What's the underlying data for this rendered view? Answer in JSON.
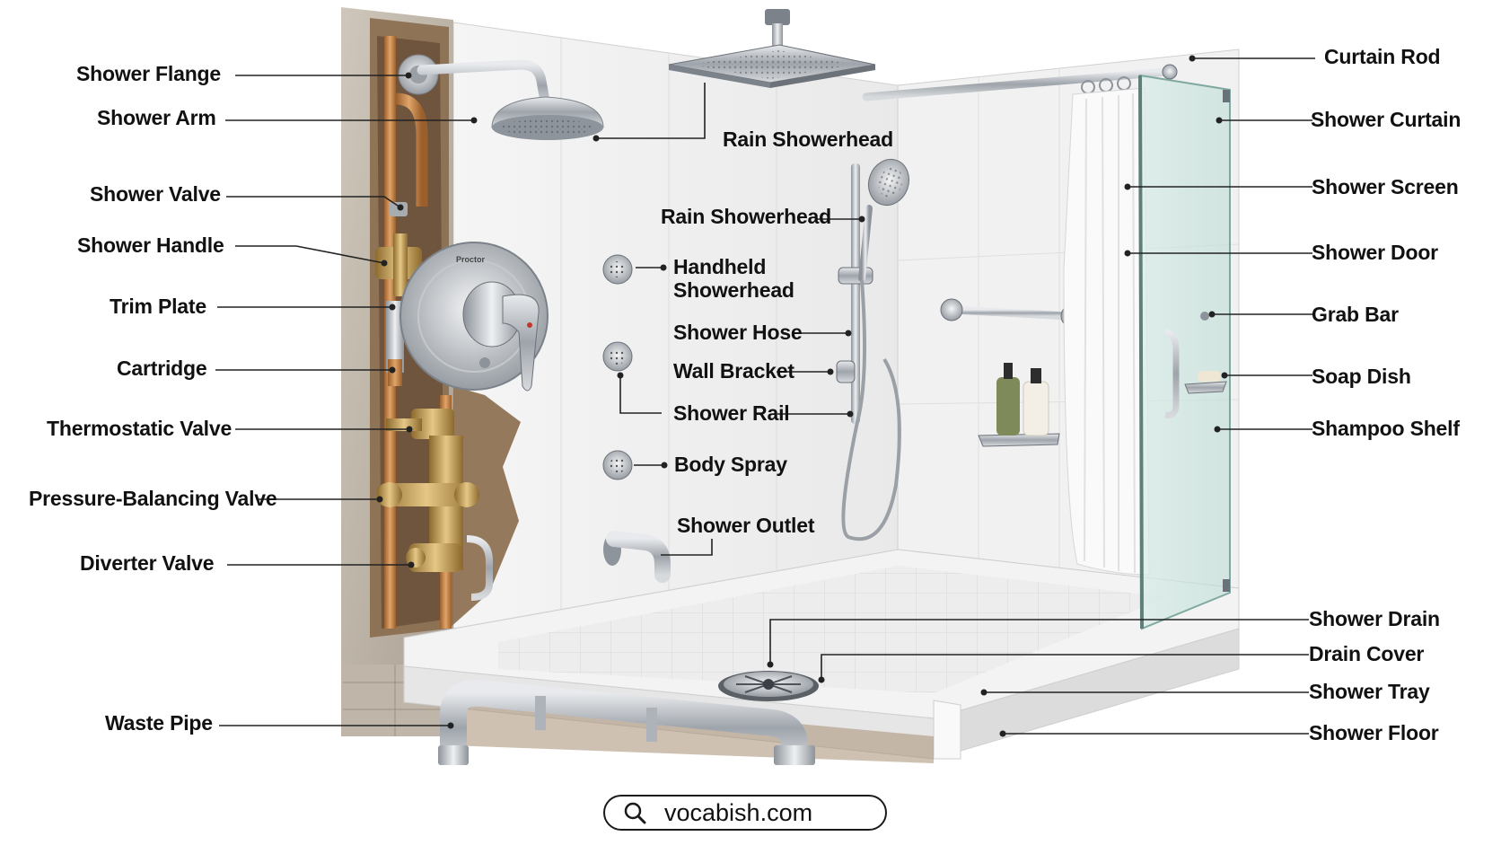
{
  "labels_left": {
    "shower_flange": "Shower Flange",
    "shower_arm": "Shower Arm",
    "shower_valve": "Shower Valve",
    "shower_handle": "Shower Handle",
    "trim_plate": "Trim Plate",
    "cartridge": "Cartridge",
    "thermostatic_valve": "Thermostatic Valve",
    "pressure_balancing_valve": "Pressure-Balancing Valve",
    "diverter_valve": "Diverter Valve",
    "waste_pipe": "Waste Pipe"
  },
  "labels_center": {
    "rain_showerhead_top": "Rain Showerhead",
    "rain_showerhead_mid": "Rain Showerhead",
    "handheld_showerhead_line1": "Handheld",
    "handheld_showerhead_line2": "Showerhead",
    "shower_hose": "Shower Hose",
    "wall_bracket": "Wall Bracket",
    "shower_rail": "Shower Rail",
    "body_spray": "Body Spray",
    "shower_outlet": "Shower Outlet"
  },
  "labels_right": {
    "curtain_rod": "Curtain Rod",
    "shower_curtain": "Shower Curtain",
    "shower_screen": "Shower Screen",
    "shower_door": "Shower Door",
    "grab_bar": "Grab Bar",
    "soap_dish": "Soap Dish",
    "shampoo_shelf": "Shampoo Shelf",
    "shower_drain": "Shower Drain",
    "drain_cover": "Drain Cover",
    "shower_tray": "Shower Tray",
    "shower_floor": "Shower Floor"
  },
  "trim_plate_brand": "Proctor",
  "website": "vocabish.com",
  "icons": {
    "search": "search-icon"
  },
  "colors": {
    "copper": "#c98a4e",
    "brass": "#c9a25e",
    "chrome": "#b9bec4",
    "wall": "#f3f3f3",
    "glass": "#cfe6e0",
    "leader": "#222222"
  }
}
